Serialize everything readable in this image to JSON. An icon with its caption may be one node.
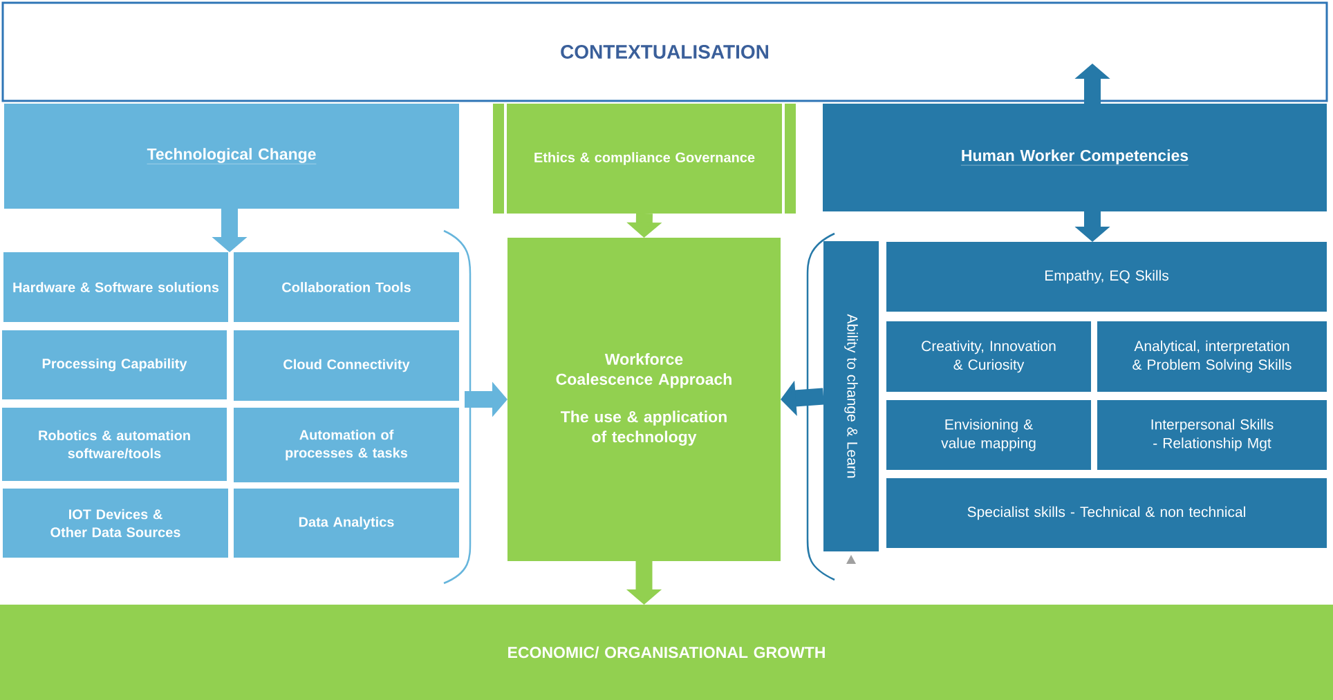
{
  "diagram": {
    "nodes": [
      {
        "text": [
          "CONTEXTUALISATION"
        ]
      },
      {
        "text": [
          "Technological Change"
        ]
      },
      {
        "text": [
          "Ethics & compliance Governance"
        ]
      },
      {
        "text": [
          "Human Worker Competencies"
        ]
      },
      {
        "text": [
          "Hardware & Software solutions"
        ]
      },
      {
        "text": [
          "Collaboration Tools"
        ]
      },
      {
        "text": [
          "Processing Capability"
        ]
      },
      {
        "text": [
          "Cloud Connectivity"
        ]
      },
      {
        "text": [
          "Robotics & automation software/tools"
        ]
      },
      {
        "text": [
          "Automation of processes & tasks"
        ]
      },
      {
        "text": [
          "IOT Devices & Other Data Sources"
        ]
      },
      {
        "text": [
          "Data Analytics"
        ]
      },
      {
        "text": [
          "Workforce Coalescence Approach",
          "The use & application of technology"
        ]
      },
      {
        "text": [
          "Ability to change & Learn"
        ]
      },
      {
        "text": [
          "Empathy, EQ Skills"
        ]
      },
      {
        "text": [
          "Creativity, Innovation & Curiosity"
        ]
      },
      {
        "text": [
          "Analytical, interpretation & Problem Solving Skills"
        ]
      },
      {
        "text": [
          "Envisioning & value mapping"
        ]
      },
      {
        "text": [
          "Interpersonal Skills - Relationship Mgt"
        ]
      },
      {
        "text": [
          "Specialist skills - Technical & non technical"
        ]
      },
      {
        "text": [
          "ECONOMIC/ ORGANISATIONAL GROWTH"
        ]
      }
    ],
    "edges": [
      {
        "from": 1,
        "to": 4,
        "arrow": "to",
        "color": "#66b5dc"
      },
      {
        "from": 7,
        "to": 12,
        "arrow": "to",
        "color": "#66b5dc"
      },
      {
        "from": 2,
        "to": 12,
        "arrow": "to",
        "color": "#92d050"
      },
      {
        "from": 3,
        "to": 0,
        "arrow": "to"
      },
      {
        "from": 3,
        "to": 14,
        "arrow": "to"
      },
      {
        "from": 13,
        "to": 12,
        "arrow": "to"
      },
      {
        "from": 12,
        "to": 20,
        "arrow": "to",
        "color": "#92d050"
      }
    ]
  }
}
